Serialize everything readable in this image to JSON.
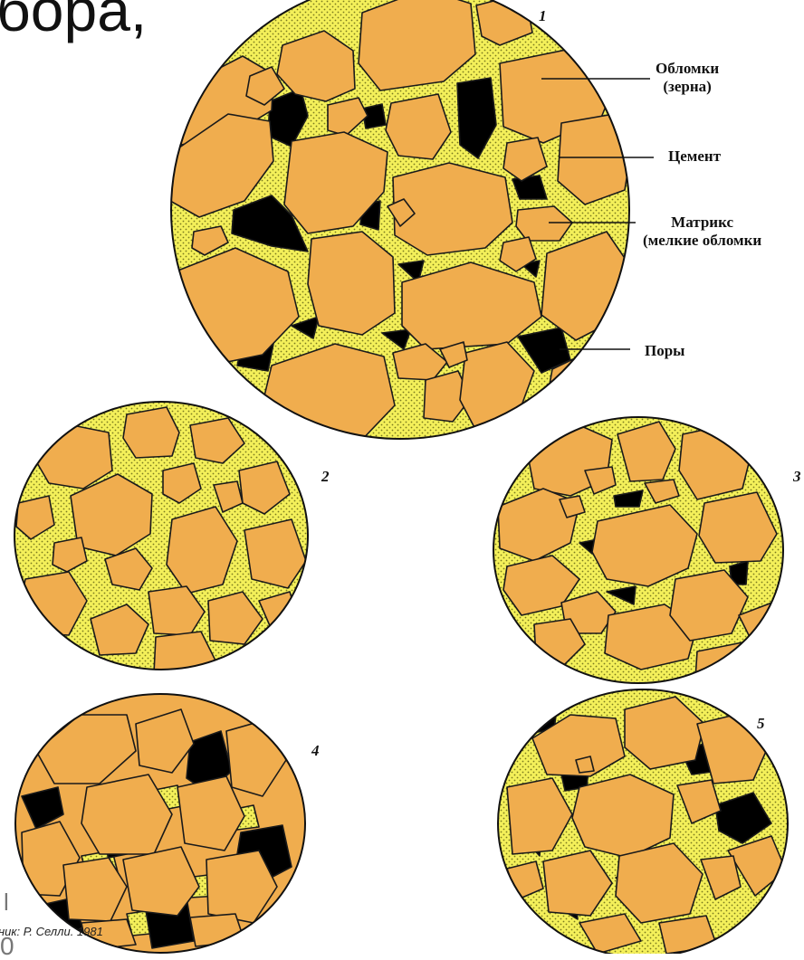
{
  "heading": "бора,",
  "figure_numbers": [
    "1",
    "2",
    "3",
    "4",
    "5"
  ],
  "labels": {
    "grains": "Обломки\n(зерна)",
    "cement": "Цемент",
    "matrix": "Матрикс\n(мелкие обломки",
    "pores": "Поры"
  },
  "source": "ник: Р. Селли. 1981",
  "edge_fragments": {
    "bar": "l",
    "digit": "0"
  },
  "colors": {
    "grain": "#f0ad4e",
    "cement": "#f4f05a",
    "pore": "#000000",
    "outline": "#1a1a1a",
    "dots": "#7a7a1e"
  }
}
